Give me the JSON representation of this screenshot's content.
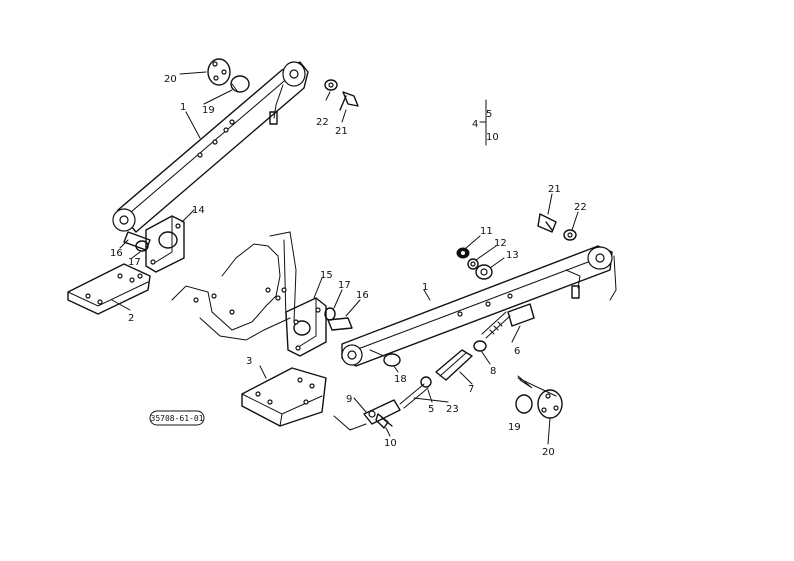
{
  "diagram": {
    "reference_code": "35708-61-01",
    "callouts": {
      "c20_top": "20",
      "c19_top": "19",
      "c1_top": "1",
      "c22_top": "22",
      "c21_top": "21",
      "c14": "14",
      "c16_left": "16",
      "c17_left": "17",
      "c2": "2",
      "c4": "4",
      "c5_group": "5",
      "c10_group": "10",
      "c21_right": "21",
      "c22_right": "22",
      "c11": "11",
      "c12": "12",
      "c13": "13",
      "c1_right": "1",
      "c15": "15",
      "c17_mid": "17",
      "c16_mid": "16",
      "c6": "6",
      "c8": "8",
      "c7": "7",
      "c18": "18",
      "c3": "3",
      "c9": "9",
      "c5": "5",
      "c23": "23",
      "c10": "10",
      "c19_bottom": "19",
      "c20_bottom": "20"
    }
  }
}
